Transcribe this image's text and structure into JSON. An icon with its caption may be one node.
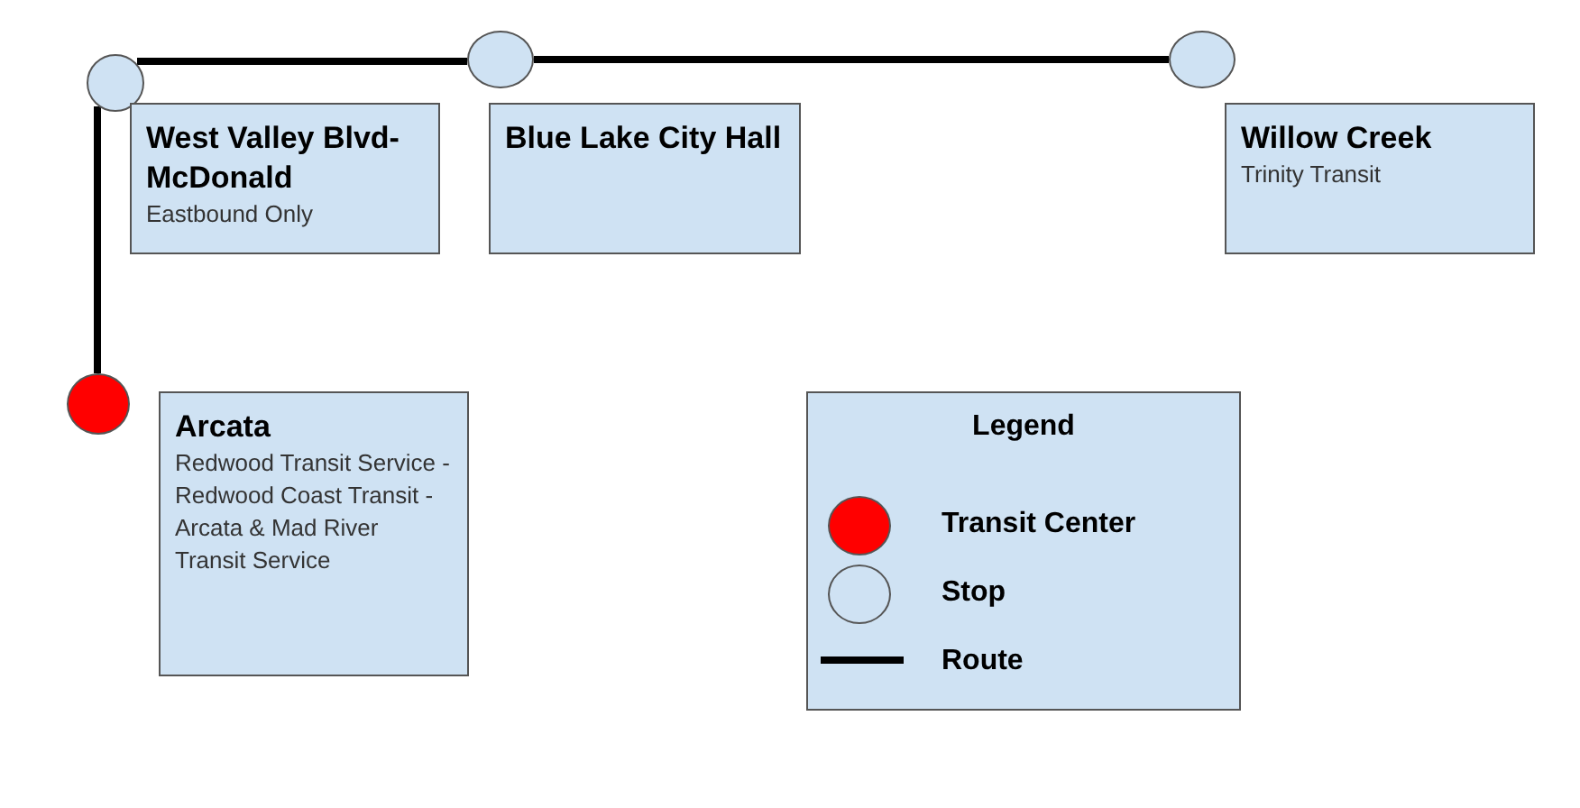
{
  "diagram": {
    "nodes": [
      {
        "text": [],
        "shape": "circle"
      },
      {
        "text": [],
        "shape": "circle"
      },
      {
        "text": [],
        "shape": "circle"
      },
      {
        "text": [],
        "shape": "circle"
      },
      {
        "text": [
          "West Valley Blvd-McDonald",
          "Eastbound Only"
        ]
      },
      {
        "text": [
          "Blue Lake City Hall"
        ]
      },
      {
        "text": [
          "Willow Creek",
          "Trinity Transit"
        ]
      },
      {
        "text": [
          "Arcata",
          "Redwood Transit Service - Redwood Coast Transit - Arcata & Mad River Transit Service"
        ]
      },
      {
        "text": [
          "Legend"
        ]
      }
    ],
    "edges": [
      {
        "from": 0,
        "to": 1,
        "arrow": "none"
      },
      {
        "from": 1,
        "to": 2,
        "arrow": "none"
      },
      {
        "from": 2,
        "to": 3,
        "arrow": "none"
      }
    ],
    "legend": [
      {
        "text": "Transit Center",
        "color": "#ff0000"
      },
      {
        "text": "Stop",
        "color": "#cfe2f3"
      },
      {
        "text": "Route"
      }
    ]
  }
}
